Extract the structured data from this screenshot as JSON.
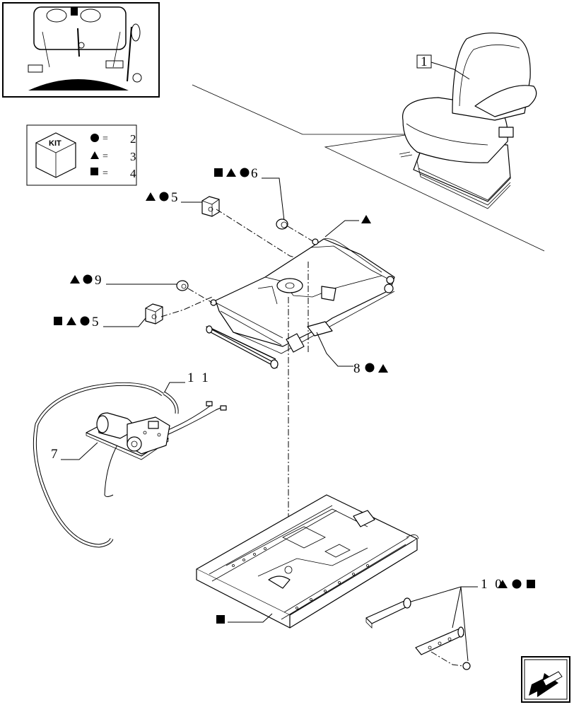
{
  "kit_legend": {
    "badge": "KIT",
    "rows": [
      {
        "symbol": "circle",
        "eq": "=",
        "value": "2"
      },
      {
        "symbol": "triangle",
        "eq": "=",
        "value": "3"
      },
      {
        "symbol": "square",
        "eq": "=",
        "value": "4"
      }
    ]
  },
  "labels": {
    "seat_ref": "1",
    "top_right_6": "6",
    "bolt_5_top": "5",
    "bolt_9": "9",
    "bolt_5_left": "5",
    "bracket_8": "8",
    "harness_11": "1 1",
    "compressor_7": "7",
    "pin_10": "1 0"
  },
  "symbols": {
    "circle": "●",
    "triangle": "▲",
    "square": "■"
  },
  "icons": {
    "thumbnail": "tractor-cab-thumbnail",
    "next_page": "next-page-arrow-icon"
  }
}
